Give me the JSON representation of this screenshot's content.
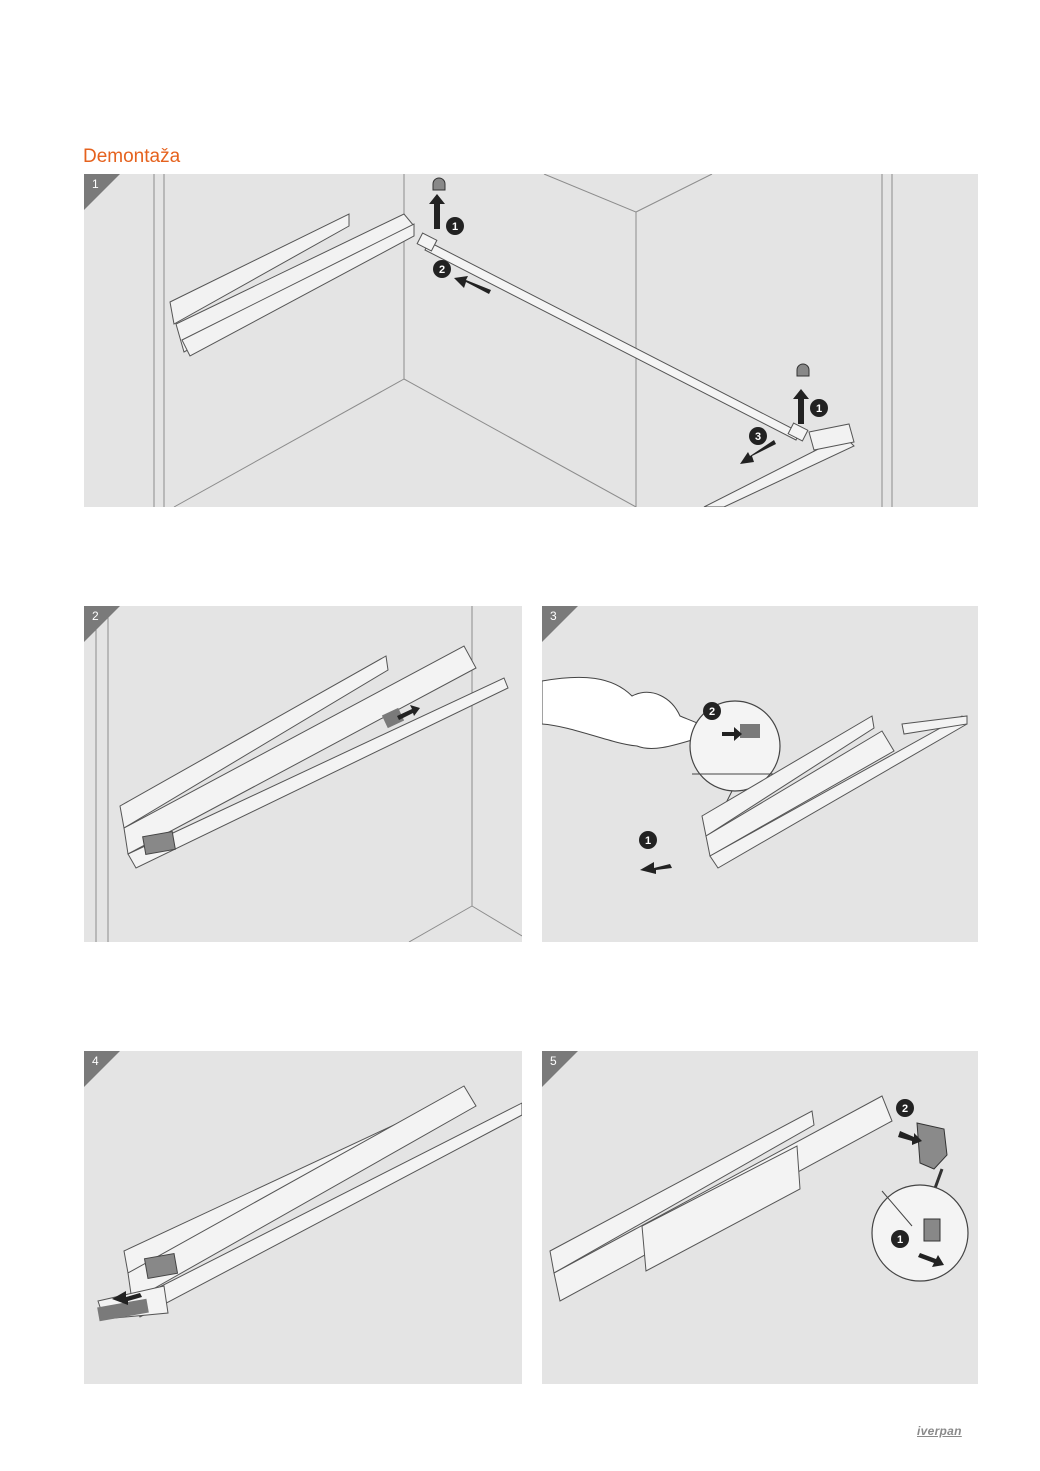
{
  "section_title": "Demontaža",
  "panels": [
    {
      "number": "1"
    },
    {
      "number": "2"
    },
    {
      "number": "3"
    },
    {
      "number": "4"
    },
    {
      "number": "5"
    }
  ],
  "callouts": {
    "p1": [
      "1",
      "2",
      "1",
      "3"
    ],
    "p3": [
      "2",
      "1"
    ],
    "p5": [
      "2",
      "1"
    ]
  },
  "brand": "iverpan",
  "colors": {
    "title": "#e5621e",
    "panel_bg": "#e4e4e4",
    "badge": "#7a7a7a"
  }
}
